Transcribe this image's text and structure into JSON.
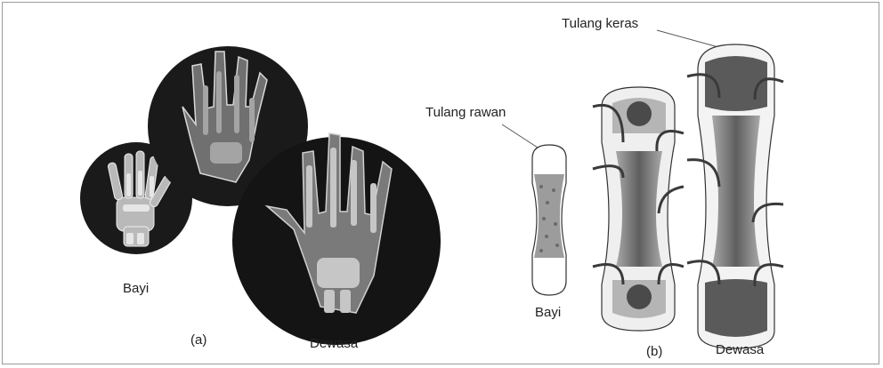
{
  "panel_a": {
    "baby_label": "Bayi",
    "adult_label": "Dewasa",
    "caption": "(a)"
  },
  "panel_b": {
    "cartilage_label": "Tulang rawan",
    "hard_bone_label": "Tulang keras",
    "baby_label": "Bayi",
    "adult_label": "Dewasa",
    "caption": "(b)"
  }
}
